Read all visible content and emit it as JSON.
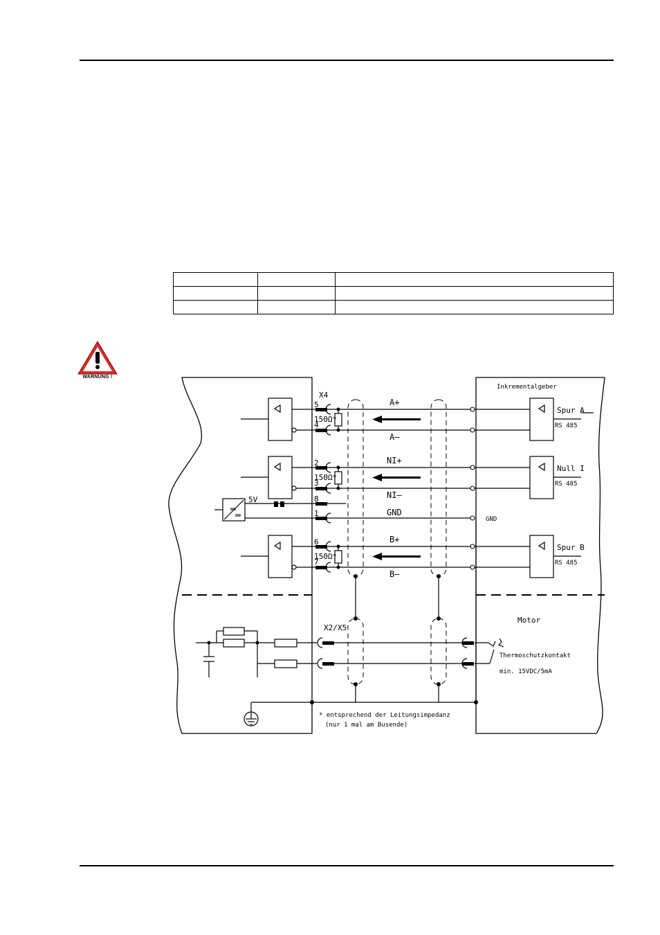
{
  "warning": {
    "label": "WARNUNG !",
    "icon": "warning-triangle-icon",
    "color": "#d32f2f"
  },
  "table": {
    "rows": [
      [
        "",
        "",
        ""
      ],
      [
        "",
        "",
        ""
      ],
      [
        "",
        "",
        ""
      ]
    ]
  },
  "diagram": {
    "connector_x4": "X4",
    "connector_x2x5": "X2/X5",
    "encoder_title": "Inkrementalgeber",
    "motor_title": "Motor",
    "pins": {
      "p5": "5",
      "p4": "4",
      "p2": "2",
      "p3": "3",
      "p8": "8",
      "p1": "1",
      "p6": "6",
      "p7": "7"
    },
    "resistor": "150Ω*",
    "supply": "5V",
    "signals": {
      "a_plus": "A+",
      "a_minus": "A–",
      "n_plus": "NI+",
      "n_minus": "NI–",
      "gnd": "GND",
      "b_plus": "B+",
      "b_minus": "B–"
    },
    "gnd_right": "GND",
    "channels": {
      "spur_a": "Spur  A",
      "null_i": "Null  I",
      "spur_b": "Spur  B"
    },
    "rs485": "RS 485",
    "thermo": "Thermoschutzkontakt",
    "thermo_rating": "min. 15VDC/5mA",
    "footnote_1": "* entsprechend der Leitungsimpedanz",
    "footnote_2": "(nur 1 mal am Busende)"
  }
}
